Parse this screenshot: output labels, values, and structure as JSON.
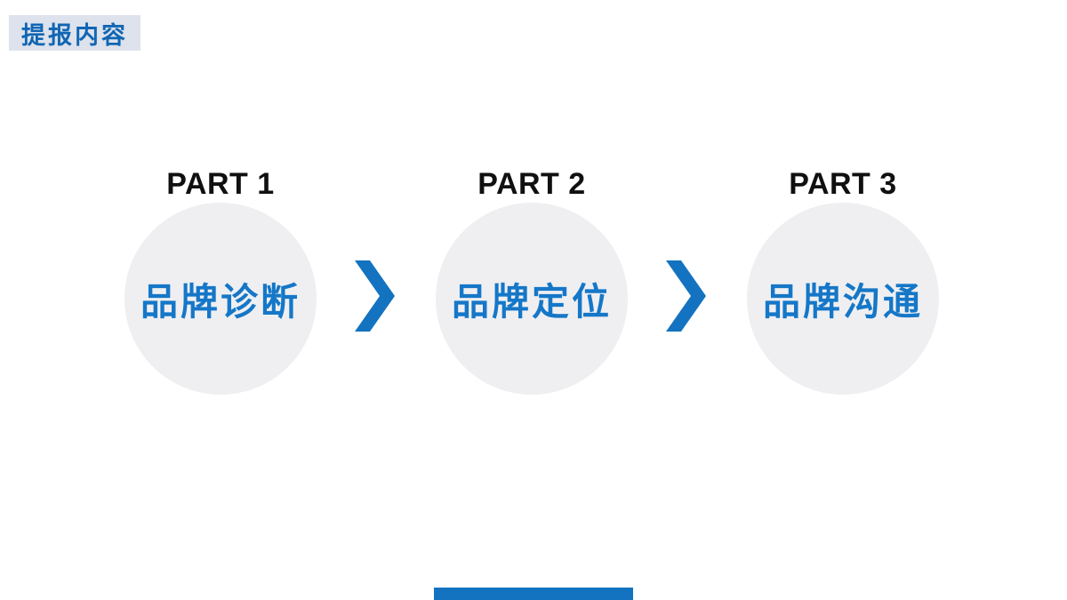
{
  "slide": {
    "badge": {
      "label": "提报内容",
      "bg_color": "#dde2ec",
      "text_color": "#1166b4"
    },
    "steps": [
      {
        "part_label": "PART 1",
        "title": "品牌诊断"
      },
      {
        "part_label": "PART 2",
        "title": "品牌定位"
      },
      {
        "part_label": "PART 3",
        "title": "品牌沟通"
      }
    ],
    "colors": {
      "accent_blue": "#1473c0",
      "circle_fill": "#efeff1",
      "part_label_text": "#101010",
      "circle_title_blue": "#1577c8",
      "background": "#ffffff"
    }
  }
}
